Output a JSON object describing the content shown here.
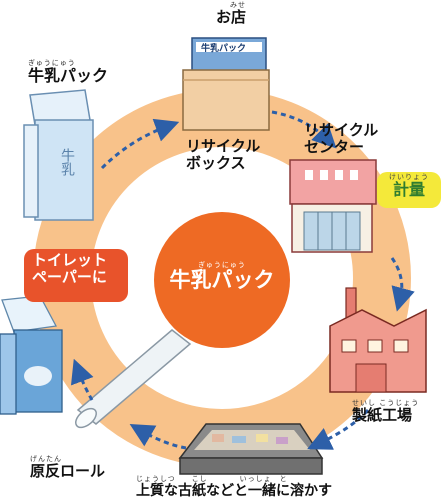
{
  "colors": {
    "ring": "#f8c28a",
    "center_circle": "#ee6a24",
    "arrow": "#2d5fa8",
    "badge_bg": "#e8532b",
    "weigh_bg": "#f4e93a",
    "weigh_text": "#2f7d2f"
  },
  "center": {
    "label": "牛乳パック",
    "ruby": "ぎゅうにゅう"
  },
  "nodes": {
    "shop": {
      "label": "お店",
      "ruby": "みせ",
      "sign": "牛乳パック"
    },
    "milk_carton": {
      "label": "牛乳パック",
      "ruby": "ぎゅうにゅう",
      "carton_text": "牛乳"
    },
    "recycle_box": {
      "label_line1": "リサイクル",
      "label_line2": "ボックス"
    },
    "recycle_center": {
      "label_line1": "リサイクル",
      "label_line2": "センター"
    },
    "weighing": {
      "label": "計量",
      "ruby": "けいりょう"
    },
    "paper_mill": {
      "label": "製紙工場",
      "ruby": "せいし こうじょう"
    },
    "dissolve": {
      "label": "上質な古紙などと一緒に溶かす",
      "ruby": "じょうしつ　　こし　　　　いっしょ　と"
    },
    "raw_roll": {
      "label": "原反ロール",
      "ruby": "げんたん"
    },
    "toilet_paper": {
      "label_line1": "トイレット",
      "label_line2": "ペーパーに"
    }
  }
}
